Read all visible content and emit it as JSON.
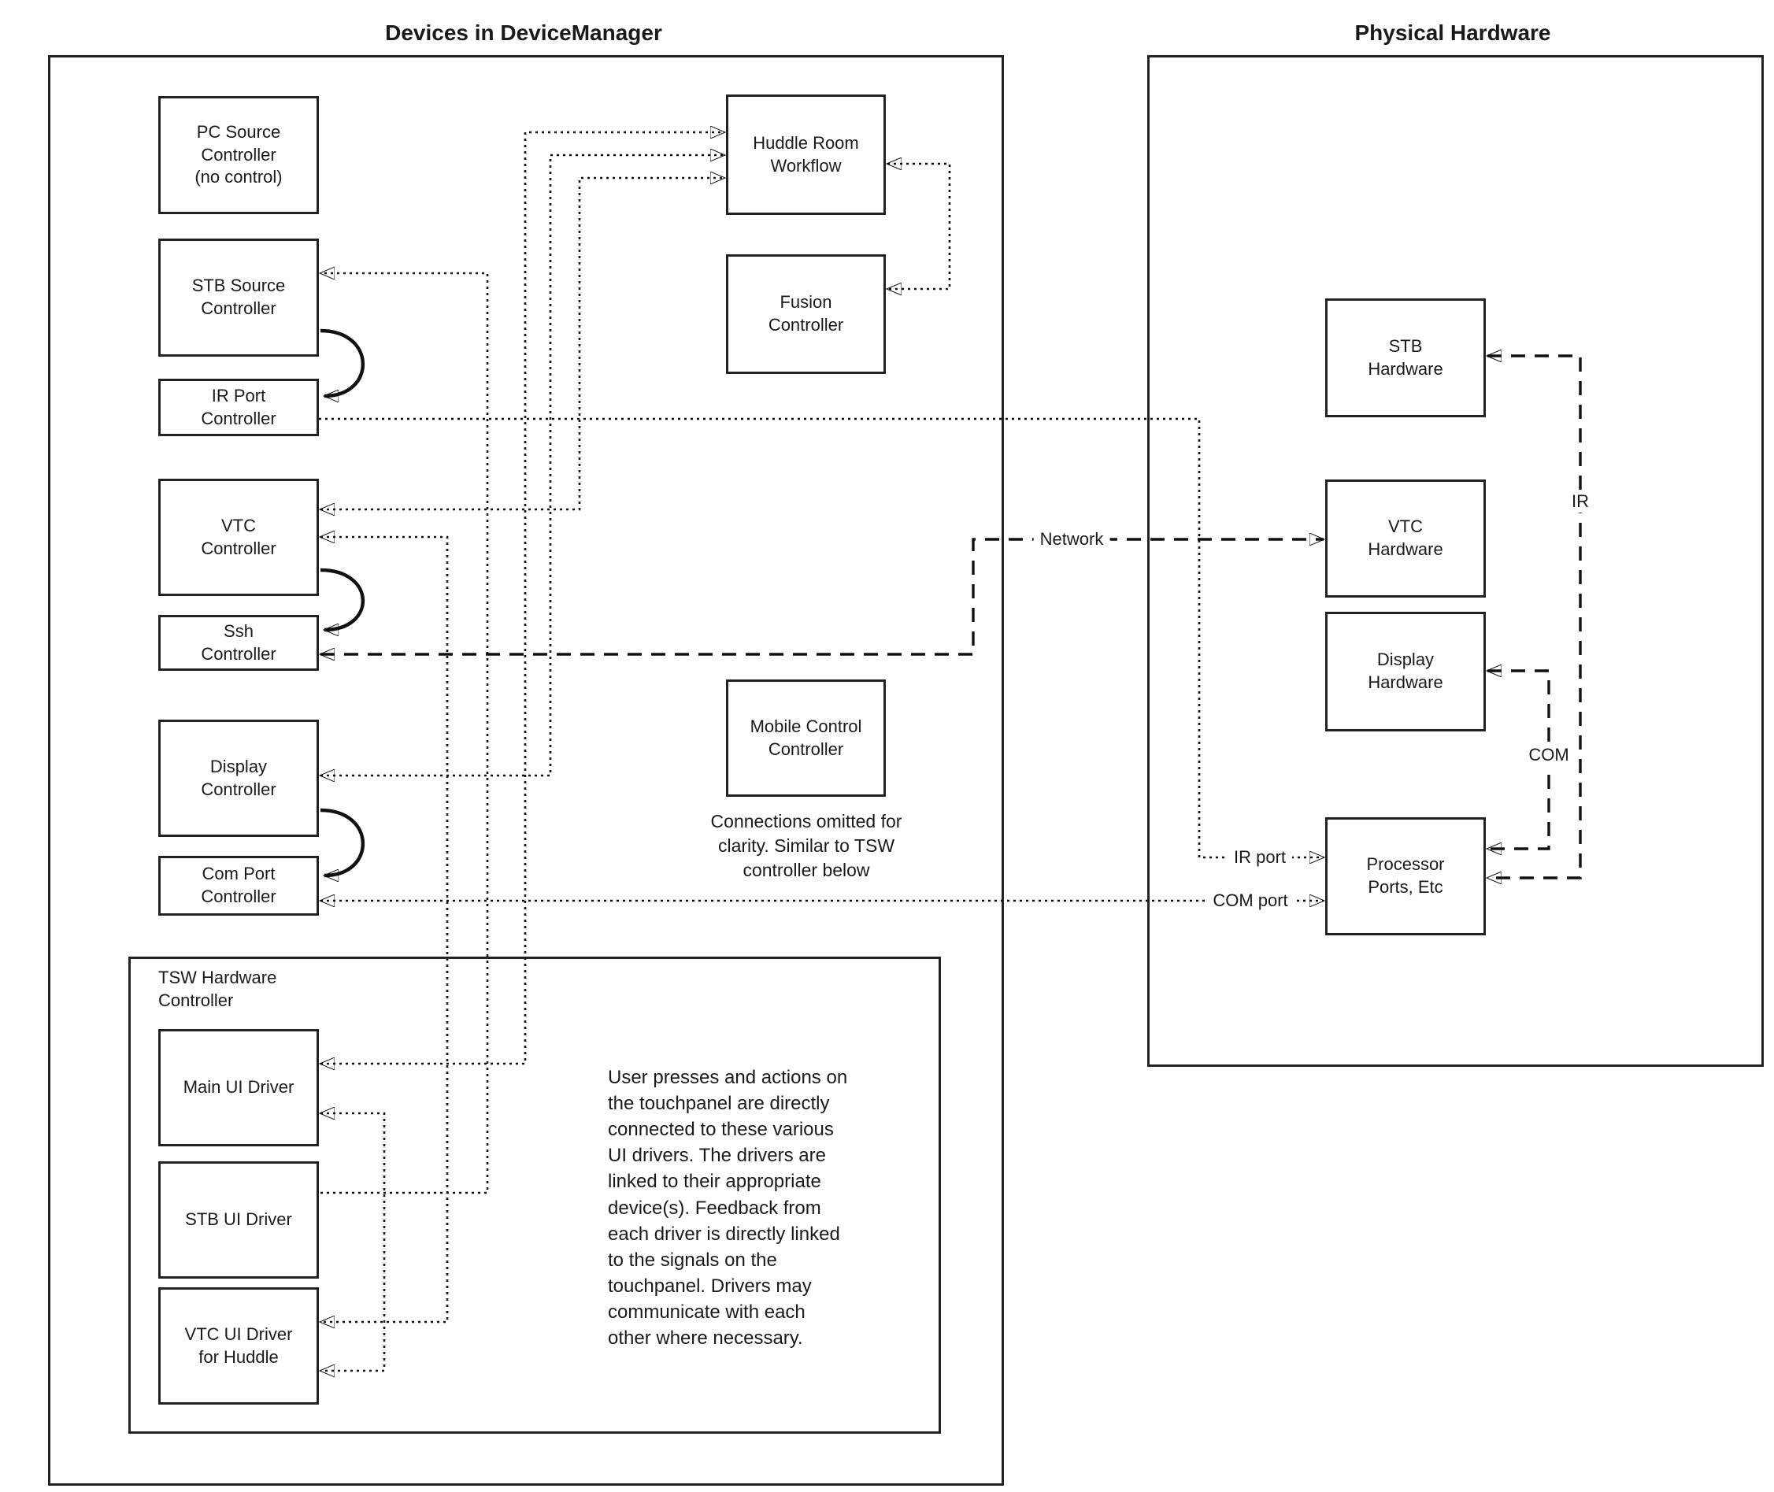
{
  "titles": {
    "device_manager": "Devices in DeviceManager",
    "physical_hardware": "Physical Hardware"
  },
  "nodes": {
    "pc_source": "PC Source\nController\n(no control)",
    "stb_source": "STB Source\nController",
    "ir_port": "IR Port\nController",
    "vtc": "VTC\nController",
    "ssh": "Ssh\nController",
    "display": "Display\nController",
    "com_port": "Com Port\nController",
    "huddle": "Huddle Room\nWorkflow",
    "fusion": "Fusion\nController",
    "mobile": "Mobile Control\nController",
    "tsw_label": "TSW Hardware\nController",
    "main_ui": "Main UI Driver",
    "stb_ui": "STB UI Driver",
    "vtc_ui": "VTC UI Driver\nfor Huddle",
    "stb_hw": "STB\nHardware",
    "vtc_hw": "VTC\nHardware",
    "display_hw": "Display\nHardware",
    "processor": "Processor\nPorts, Etc"
  },
  "edge_labels": {
    "network": "Network",
    "ir": "IR",
    "com": "COM",
    "ir_port": "IR port",
    "com_port": "COM port"
  },
  "notes": {
    "mobile_note": "Connections omitted for\nclarity. Similar to TSW\ncontroller below",
    "tsw_note": "User presses and actions on\nthe touchpanel are directly\nconnected to these various\nUI drivers.  The drivers are\nlinked to their appropriate\ndevice(s). Feedback from\neach driver is directly linked\nto the signals on the\ntouchpanel. Drivers may\ncommunicate with each\nother where necessary."
  },
  "colors": {
    "line": "#111111",
    "background": "#ffffff",
    "text": "#1a1a1a"
  }
}
